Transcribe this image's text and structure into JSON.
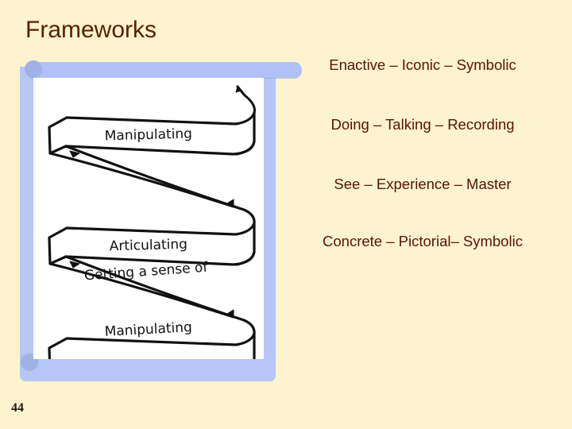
{
  "slide": {
    "title": "Frameworks",
    "page_number": "44",
    "background_color": "#fdf3ce",
    "title_color": "#5a1e05",
    "text_color": "#5a1405",
    "frame_color": "#b5c6f7",
    "frame_knob_color": "#9fb2e8",
    "panel_color": "#ffffff",
    "ink_color": "#111111"
  },
  "picture": {
    "caption": "hand-drawn descending spiral ribbon diagram",
    "bands": [
      {
        "label": "Manipulating"
      },
      {
        "label": "Articulating"
      },
      {
        "label": "Getting a sense of"
      },
      {
        "label": "Manipulating"
      }
    ]
  },
  "frameworks": {
    "lines": [
      "Enactive – Iconic – Symbolic",
      "Doing – Talking – Recording",
      "See – Experience – Master",
      "Concrete – Pictorial– Symbolic"
    ]
  }
}
